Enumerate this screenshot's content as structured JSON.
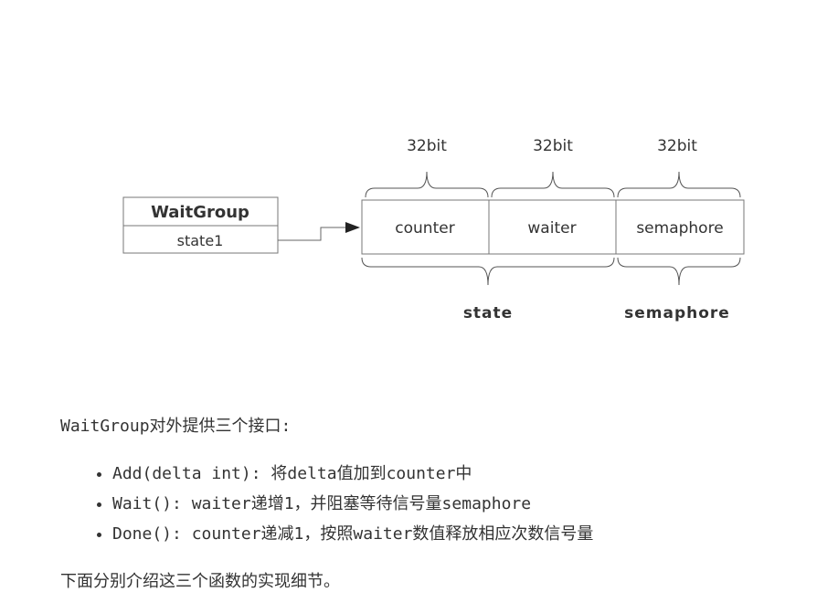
{
  "diagram": {
    "struct": {
      "name": "WaitGroup",
      "field": "state1"
    },
    "cells": [
      {
        "label": "counter",
        "width_label": "32bit"
      },
      {
        "label": "waiter",
        "width_label": "32bit"
      },
      {
        "label": "semaphore",
        "width_label": "32bit"
      }
    ],
    "groups": {
      "state": "state",
      "semaphore": "semaphore"
    }
  },
  "text": {
    "intro": "WaitGroup对外提供三个接口:",
    "api": [
      "Add(delta int): 将delta值加到counter中",
      "Wait():  waiter递增1，并阻塞等待信号量semaphore",
      "Done():  counter递减1，按照waiter数值释放相应次数信号量"
    ],
    "outro": "下面分别介绍这三个函数的实现细节。"
  }
}
